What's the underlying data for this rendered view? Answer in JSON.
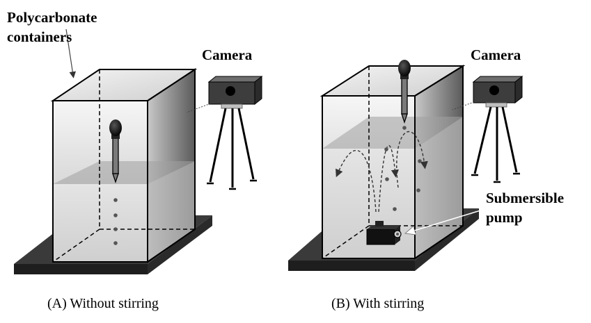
{
  "labels": {
    "containers": [
      "Polycarbonate",
      "containers"
    ],
    "camera_a": "Camera",
    "camera_b": "Camera",
    "pump": [
      "Submersible",
      "pump"
    ]
  },
  "captions": {
    "a": "(A) Without stirring",
    "b": "(B) With stirring"
  },
  "colors": {
    "base_plate": "#3a3a3a",
    "camera_body": "#3d3d3d",
    "water": "#d0d0d0",
    "glass_top": "#e6e6e6",
    "bubble": "#555555"
  }
}
